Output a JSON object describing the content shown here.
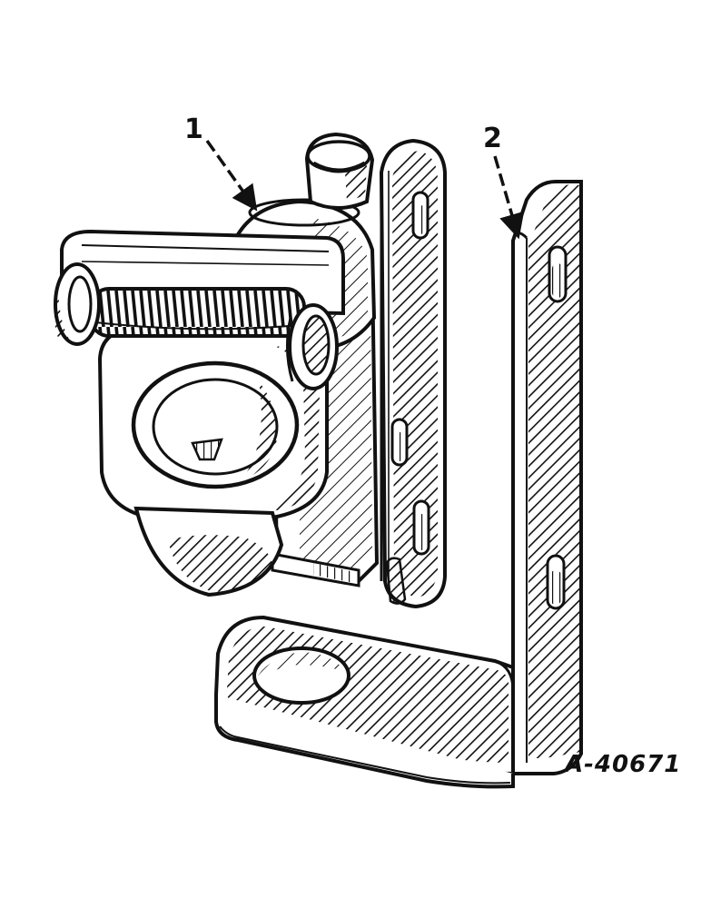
{
  "callouts": {
    "part_1": "1",
    "part_2": "2"
  },
  "figure_id": "A-40671",
  "colors": {
    "ink": "#111111",
    "paper": "#ffffff"
  }
}
